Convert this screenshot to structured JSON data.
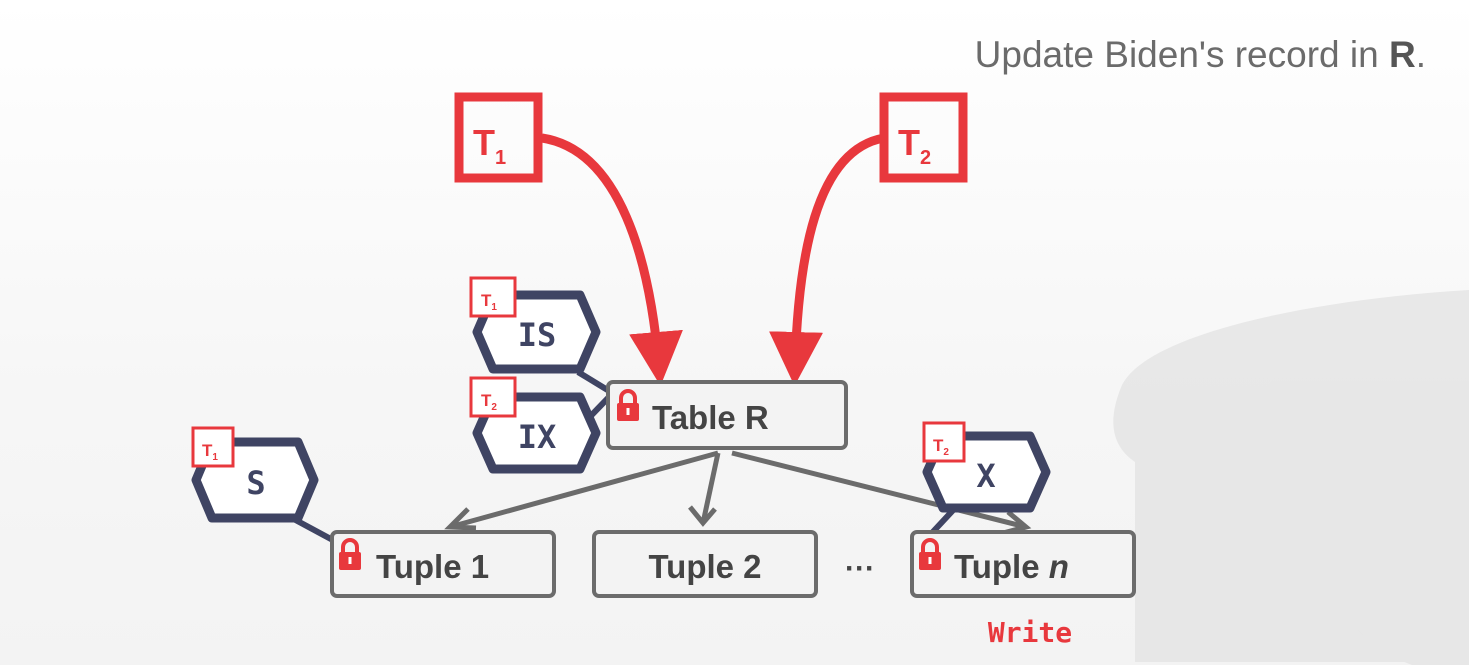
{
  "title": {
    "prefix": "Update Biden's record in ",
    "table": "R",
    "suffix": "."
  },
  "transactions": [
    {
      "main": "T",
      "sub": "1"
    },
    {
      "main": "T",
      "sub": "2"
    }
  ],
  "table": {
    "label": "Table R"
  },
  "tuples": [
    {
      "label": "Tuple 1"
    },
    {
      "label": "Tuple 2"
    },
    {
      "label": "Tuple ",
      "italic": "n"
    }
  ],
  "ellipsis": "···",
  "locks": [
    {
      "mode": "IS",
      "owner_main": "T",
      "owner_sub": "1"
    },
    {
      "mode": "IX",
      "owner_main": "T",
      "owner_sub": "2"
    },
    {
      "mode": "S",
      "owner_main": "T",
      "owner_sub": "1"
    },
    {
      "mode": "X",
      "owner_main": "T",
      "owner_sub": "2"
    }
  ],
  "action": "Write",
  "colors": {
    "accent": "#e8383d",
    "lock_outline": "#3f4463",
    "node_border": "#6b6b6b",
    "node_fill": "#f3f3f3",
    "text": "#444444"
  },
  "icons": [
    "padlock-icon",
    "arrow-icon"
  ]
}
